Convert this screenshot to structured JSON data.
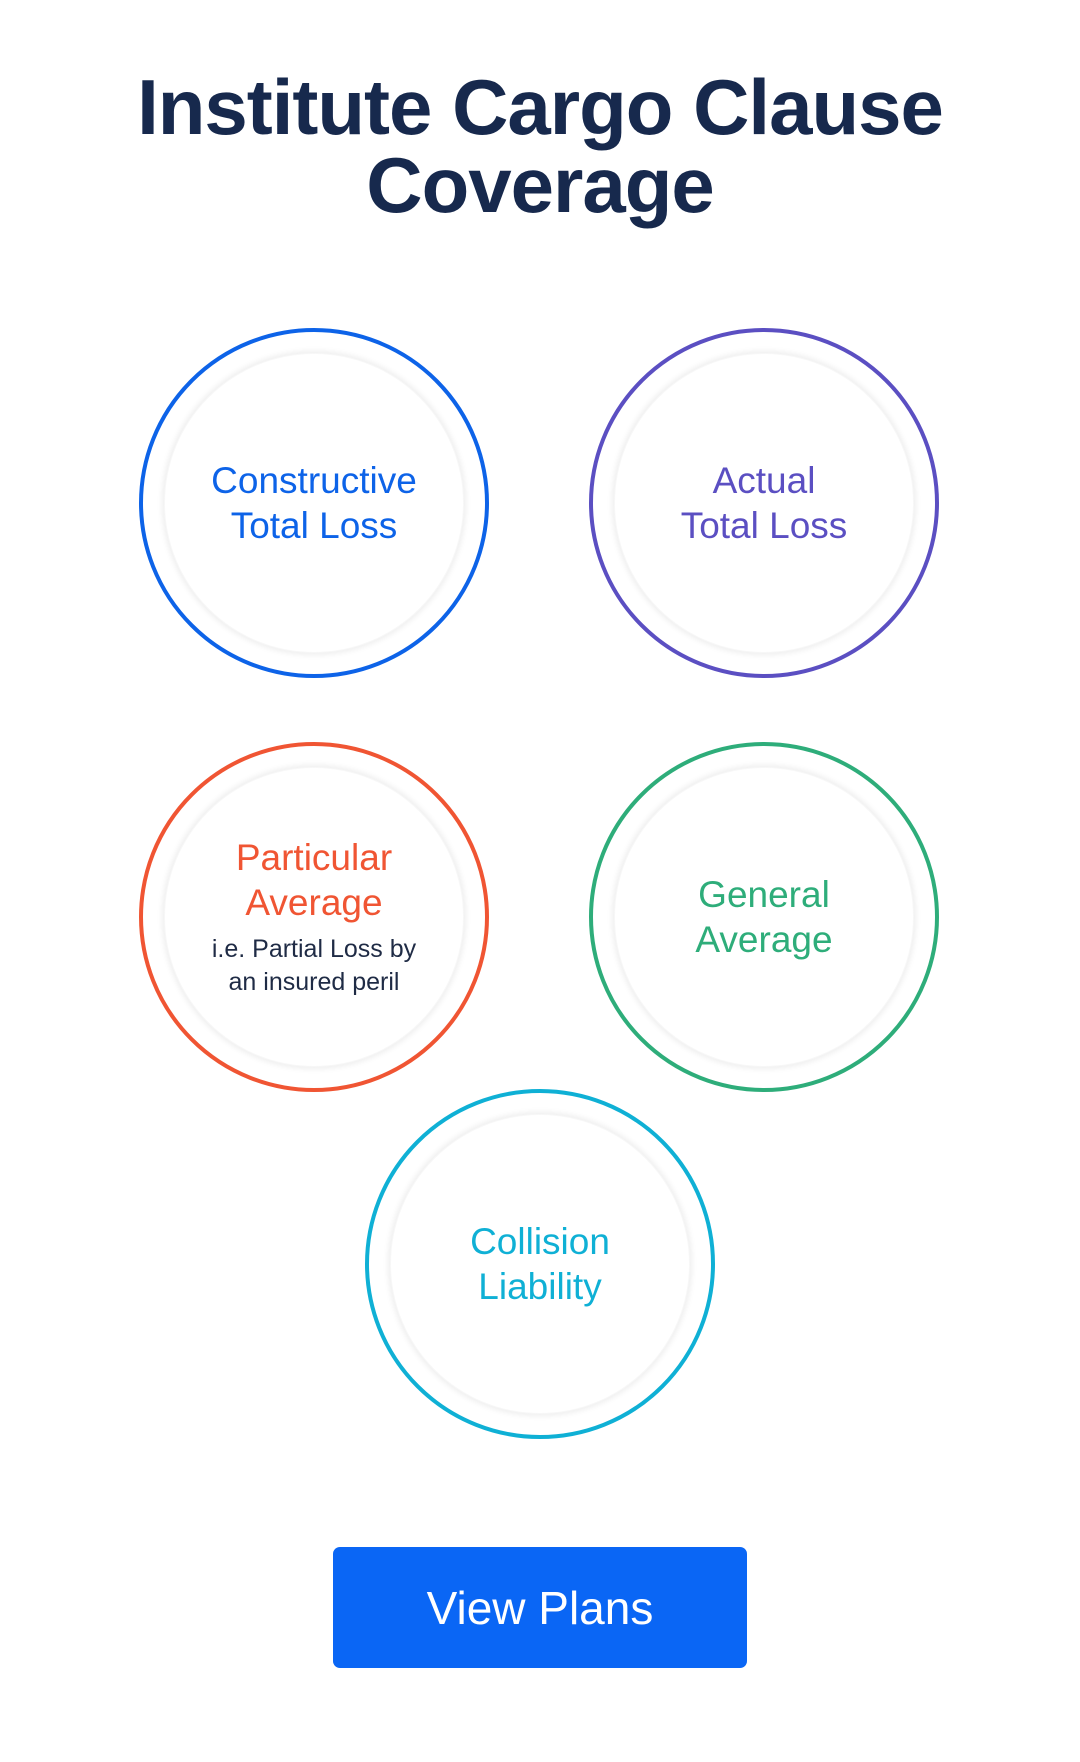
{
  "header": {
    "title_line1": "Institute Cargo Clause",
    "title_line2": "Coverage"
  },
  "coverage_items": [
    {
      "id": "constructive-total-loss",
      "line1": "Constructive",
      "line2": "Total Loss",
      "color": "#0d63e8"
    },
    {
      "id": "actual-total-loss",
      "line1": "Actual",
      "line2": "Total Loss",
      "color": "#5b4fc2"
    },
    {
      "id": "particular-average",
      "line1": "Particular",
      "line2": "Average",
      "sub_line1": "i.e. Partial Loss by",
      "sub_line2": "an insured peril",
      "color": "#f05533"
    },
    {
      "id": "general-average",
      "line1": "General",
      "line2": "Average",
      "color": "#2ead7a"
    },
    {
      "id": "collision-liability",
      "line1": "Collision",
      "line2": "Liability",
      "color": "#0fb0d5"
    }
  ],
  "cta": {
    "label": "View Plans",
    "color": "#0a66f5"
  }
}
